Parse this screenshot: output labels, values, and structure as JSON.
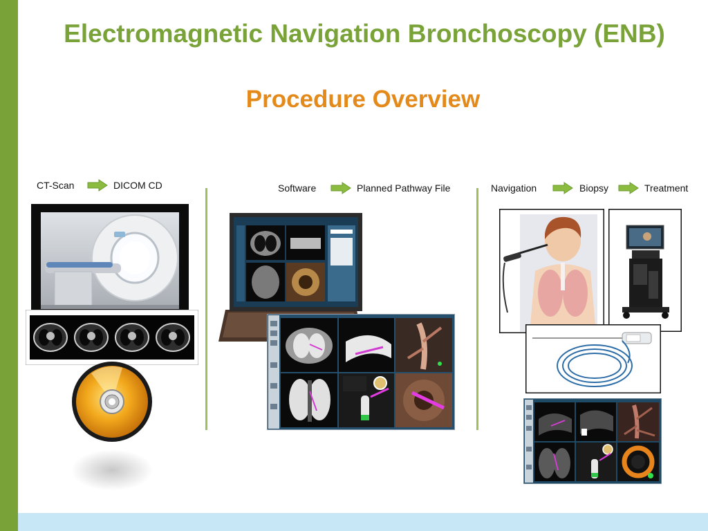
{
  "slide": {
    "title": "Electromagnetic Navigation Bronchoscopy (ENB)",
    "subtitle": "Procedure Overview",
    "colors": {
      "accent_green": "#79a339",
      "accent_orange": "#e48a1a",
      "band_blue": "#c7e7f7"
    }
  },
  "steps": {
    "group1": [
      "CT-Scan",
      "DICOM CD"
    ],
    "group2": [
      "Software",
      "Planned Pathway File"
    ],
    "group3": [
      "Navigation",
      "Biopsy",
      "Treatment"
    ]
  },
  "icons": {
    "arrow": "green-right-arrow-icon",
    "ct_scanner": "ct-scanner-image",
    "ct_slices": "ct-slice-strip-image",
    "cd": "dicom-cd-icon",
    "laptop": "laptop-planning-software-image",
    "planning_screen": "planning-software-screen-image",
    "patient": "patient-navigation-illustration",
    "console": "navigation-console-image",
    "catheter": "edge-catheter-image",
    "nav_screen": "navigation-screen-image"
  }
}
